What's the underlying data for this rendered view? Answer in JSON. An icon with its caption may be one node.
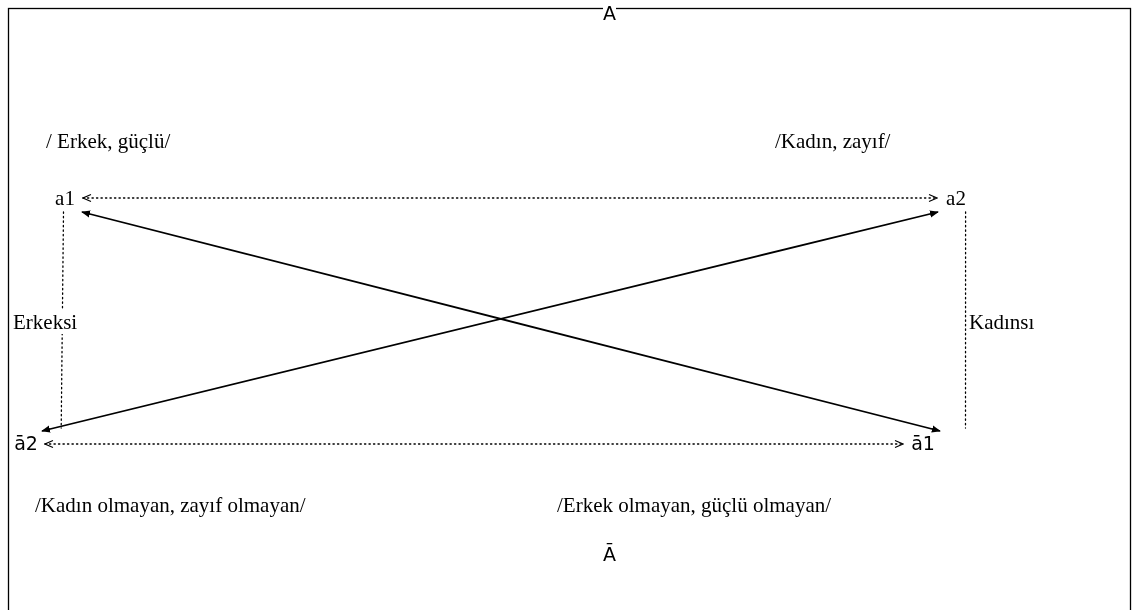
{
  "diagram": {
    "nodes": [
      {
        "text": [
          "a1"
        ],
        "beside": [
          "/ Erkek, güçlü/"
        ]
      },
      {
        "text": [
          "a2"
        ],
        "beside": [
          "/Kadın, zayıf/"
        ]
      },
      {
        "text": [
          "ā2"
        ],
        "beside": [
          "/Kadın olmayan, zayıf olmayan/"
        ]
      },
      {
        "text": [
          "ā1"
        ]
      }
    ],
    "edges": [
      {
        "from": 0,
        "to": 1,
        "arrow": "both",
        "style": "dashed"
      },
      {
        "from": 0,
        "to": 2,
        "arrow": "none",
        "style": "dashed",
        "label": "Erkeksi"
      },
      {
        "from": 1,
        "to": 3,
        "arrow": "none",
        "style": "dashed",
        "label": "Kadınsı"
      },
      {
        "from": 2,
        "to": 3,
        "arrow": "both",
        "style": "dashed"
      },
      {
        "from": 0,
        "to": 3,
        "arrow": "both"
      },
      {
        "from": 1,
        "to": 2,
        "arrow": "both"
      }
    ],
    "labels": [
      "A",
      "/Erkek olmayan, güçlü olmayan/",
      "Ā"
    ]
  }
}
